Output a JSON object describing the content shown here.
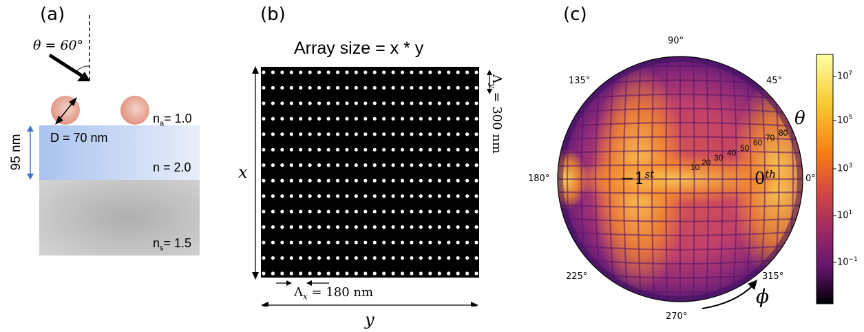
{
  "panel_a": {
    "label": "(a)",
    "angle": "θ = 60°",
    "na": "n",
    "na_sub": "a",
    "na_val": "= 1.0",
    "diameter": "D = 70 nm",
    "thickness": "95 nm",
    "n_film": "n = 2.0",
    "ns": "n",
    "ns_sub": "s",
    "ns_val": "= 1.5"
  },
  "panel_b": {
    "label": "(b)",
    "title": "Array size = x * y",
    "x_label": "x",
    "y_label": "y",
    "lambda_x": "Λ",
    "lambda_x_sub": "x",
    "lambda_x_val": "= 180 nm",
    "lambda_y": "Λ",
    "lambda_y_sub": "y",
    "lambda_y_val": "= 300 nm",
    "rows": 14,
    "cols": 24
  },
  "panel_c": {
    "label": "(c)",
    "angles": [
      "90°",
      "45°",
      "0°",
      "315°",
      "270°",
      "225°",
      "180°",
      "135°"
    ],
    "radial_ticks": [
      "10",
      "20",
      "30",
      "40",
      "50",
      "60",
      "70",
      "80"
    ],
    "theta": "θ",
    "phi": "ϕ",
    "order_0": "0",
    "order_0_sup": "th",
    "order_m1": "−1",
    "order_m1_sup": "st",
    "colorbar_ticks": [
      {
        "base": "10",
        "exp": "7"
      },
      {
        "base": "10",
        "exp": "5"
      },
      {
        "base": "10",
        "exp": "3"
      },
      {
        "base": "10",
        "exp": "1"
      },
      {
        "base": "10",
        "exp": "−1"
      }
    ],
    "colors": {
      "low": "#000004",
      "mid": "#b63679",
      "high": "#fcffa4"
    }
  }
}
